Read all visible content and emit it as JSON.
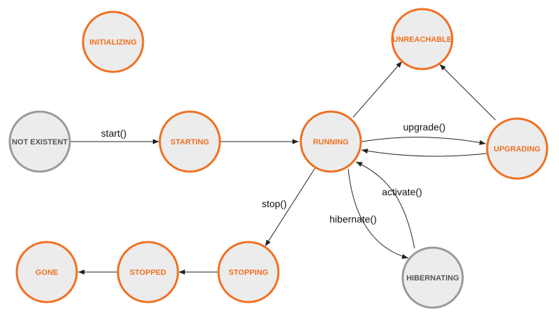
{
  "colors": {
    "active_fill": "#ececec",
    "active_stroke": "#f07020",
    "active_text": "#f07020",
    "inactive_stroke": "#9a9a9a",
    "inactive_text": "#555555",
    "edge": "#222222"
  },
  "states": {
    "initializing": {
      "label": "INITIALIZING",
      "style": "active"
    },
    "not_existent": {
      "label": "NOT EXISTENT",
      "style": "inactive"
    },
    "starting": {
      "label": "STARTING",
      "style": "active"
    },
    "running": {
      "label": "RUNNING",
      "style": "active"
    },
    "unreachable": {
      "label": "UNREACHABLE",
      "style": "active"
    },
    "upgrading": {
      "label": "UPGRADING",
      "style": "active"
    },
    "hibernating": {
      "label": "HIBERNATING",
      "style": "inactive"
    },
    "stopping": {
      "label": "STOPPING",
      "style": "active"
    },
    "stopped": {
      "label": "STOPPED",
      "style": "active"
    },
    "gone": {
      "label": "GONE",
      "style": "active"
    }
  },
  "transitions": [
    {
      "from": "not_existent",
      "to": "starting",
      "label": "start()"
    },
    {
      "from": "starting",
      "to": "running",
      "label": ""
    },
    {
      "from": "running",
      "to": "unreachable",
      "label": ""
    },
    {
      "from": "upgrading",
      "to": "unreachable",
      "label": ""
    },
    {
      "from": "running",
      "to": "upgrading",
      "label": "upgrade()"
    },
    {
      "from": "upgrading",
      "to": "running",
      "label": ""
    },
    {
      "from": "running",
      "to": "stopping",
      "label": "stop()"
    },
    {
      "from": "running",
      "to": "hibernating",
      "label": "hibernate()"
    },
    {
      "from": "hibernating",
      "to": "running",
      "label": "activate()"
    },
    {
      "from": "stopping",
      "to": "stopped",
      "label": ""
    },
    {
      "from": "stopped",
      "to": "gone",
      "label": ""
    }
  ]
}
